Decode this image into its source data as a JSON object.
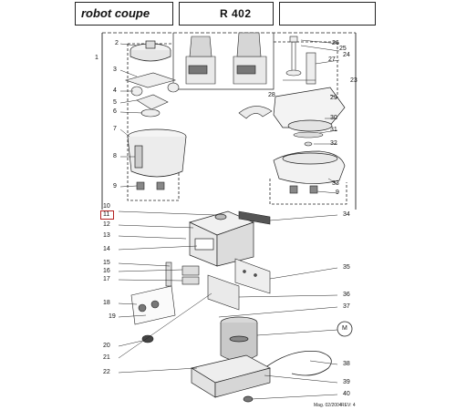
{
  "header": {
    "brand": "robot coupe",
    "model": "R 402",
    "blank": ""
  },
  "footer": {
    "ref": "Mag. 02/2004",
    "rev": "REV: 4"
  },
  "colors": {
    "highlight": "#b42020",
    "line": "#222222"
  },
  "callouts": {
    "c1": "1",
    "c2": "2",
    "c3": "3",
    "c4": "4",
    "c5": "5",
    "c6": "6",
    "c7": "7",
    "c8": "8",
    "c9a": "9",
    "c9b": "9",
    "c10": "10",
    "c11": "11",
    "c12": "12",
    "c13": "13",
    "c14": "14",
    "c15": "15",
    "c16": "16",
    "c17": "17",
    "c18": "18",
    "c19": "19",
    "c20": "20",
    "c21": "21",
    "c22": "22",
    "c23": "23",
    "c24": "24",
    "c25": "25",
    "c26": "26",
    "c27": "27",
    "c28": "28",
    "c29": "29",
    "c30": "30",
    "c31": "31",
    "c32": "32",
    "c33": "33",
    "c34": "34",
    "c35": "35",
    "c36": "36",
    "c37": "37",
    "cM": "M",
    "c38": "38",
    "c39": "39",
    "c40": "40"
  },
  "selected_callout": "11"
}
